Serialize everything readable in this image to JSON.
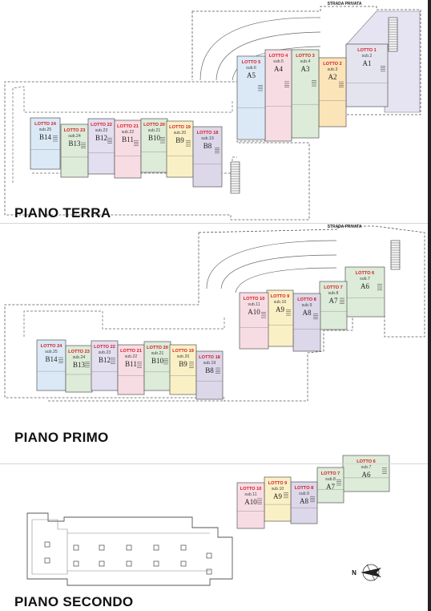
{
  "sections": [
    {
      "key": "terra",
      "title": "PIANO TERRA"
    },
    {
      "key": "primo",
      "title": "PIANO PRIMO"
    },
    {
      "key": "secondo",
      "title": "PIANO SECONDO"
    }
  ],
  "road_label": "STRADA PRIVATA",
  "north_label": "N",
  "colors": {
    "blue": "#dbe9f6",
    "pink": "#f7dde3",
    "green": "#ddebd9",
    "orange": "#fbe4b8",
    "lilac": "#e3def0",
    "mauve": "#ddd7ea",
    "yellow": "#faf0c6",
    "grey": "#e4e4ee",
    "lotto_text": "#d71920"
  },
  "units": {
    "terra": [
      {
        "lotto": "LOTTO 1",
        "sub": "sub.2",
        "code": "A1",
        "color": "grey"
      },
      {
        "lotto": "LOTTO 2",
        "sub": "sub.3",
        "code": "A2",
        "color": "orange"
      },
      {
        "lotto": "LOTTO 3",
        "sub": "sub.4",
        "code": "A3",
        "color": "green"
      },
      {
        "lotto": "LOTTO 4",
        "sub": "sub.5",
        "code": "A4",
        "color": "pink"
      },
      {
        "lotto": "LOTTO 5",
        "sub": "sub.6",
        "code": "A5",
        "color": "blue"
      },
      {
        "lotto": "LOTTO 24",
        "sub": "sub.25",
        "code": "B14",
        "color": "blue"
      },
      {
        "lotto": "LOTTO 23",
        "sub": "sub.24",
        "code": "B13",
        "color": "green"
      },
      {
        "lotto": "LOTTO 22",
        "sub": "sub.23",
        "code": "B12",
        "color": "lilac"
      },
      {
        "lotto": "LOTTO 21",
        "sub": "sub.22",
        "code": "B11",
        "color": "pink"
      },
      {
        "lotto": "LOTTO 20",
        "sub": "sub.21",
        "code": "B10",
        "color": "green"
      },
      {
        "lotto": "LOTTO 19",
        "sub": "sub.20",
        "code": "B9",
        "color": "yellow"
      },
      {
        "lotto": "LOTTO 18",
        "sub": "sub.19",
        "code": "B8",
        "color": "mauve"
      }
    ],
    "primo": [
      {
        "lotto": "LOTTO 6",
        "sub": "sub.7",
        "code": "A6",
        "color": "green"
      },
      {
        "lotto": "LOTTO 7",
        "sub": "sub.8",
        "code": "A7",
        "color": "green"
      },
      {
        "lotto": "LOTTO 8",
        "sub": "sub.9",
        "code": "A8",
        "color": "mauve"
      },
      {
        "lotto": "LOTTO 9",
        "sub": "sub.10",
        "code": "A9",
        "color": "yellow"
      },
      {
        "lotto": "LOTTO 10",
        "sub": "sub.11",
        "code": "A10",
        "color": "pink"
      },
      {
        "lotto": "LOTTO 24",
        "sub": "sub.25",
        "code": "B14",
        "color": "blue"
      },
      {
        "lotto": "LOTTO 23",
        "sub": "sub.24",
        "code": "B13",
        "color": "green"
      },
      {
        "lotto": "LOTTO 22",
        "sub": "sub.23",
        "code": "B12",
        "color": "lilac"
      },
      {
        "lotto": "LOTTO 21",
        "sub": "sub.22",
        "code": "B11",
        "color": "pink"
      },
      {
        "lotto": "LOTTO 20",
        "sub": "sub.21",
        "code": "B10",
        "color": "green"
      },
      {
        "lotto": "LOTTO 19",
        "sub": "sub.20",
        "code": "B9",
        "color": "yellow"
      },
      {
        "lotto": "LOTTO 18",
        "sub": "sub.19",
        "code": "B8",
        "color": "mauve"
      }
    ],
    "secondo": [
      {
        "lotto": "LOTTO 6",
        "sub": "sub.7",
        "code": "A6",
        "color": "green"
      },
      {
        "lotto": "LOTTO 7",
        "sub": "sub.8",
        "code": "A7",
        "color": "green"
      },
      {
        "lotto": "LOTTO 8",
        "sub": "sub.9",
        "code": "A8",
        "color": "mauve"
      },
      {
        "lotto": "LOTTO 9",
        "sub": "sub.10",
        "code": "A9",
        "color": "yellow"
      },
      {
        "lotto": "LOTTO 10",
        "sub": "sub.11",
        "code": "A10",
        "color": "pink"
      }
    ]
  }
}
